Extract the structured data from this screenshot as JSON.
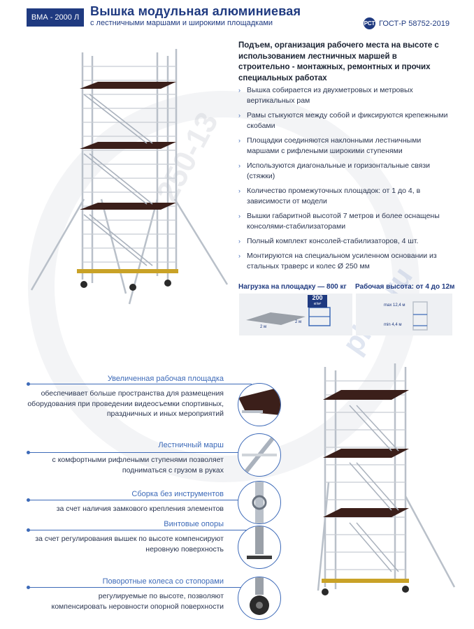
{
  "header": {
    "badge": "ВМА - 2000 Л",
    "title": "Вышка модульная алюминиевая",
    "subtitle": "с лестничными маршами и широкими площадками",
    "gost": "ГОСТ-Р 58752-2019",
    "gost_logo": "РСТ"
  },
  "intro": "Подъем, организация рабочего места на высоте с использованием лестничных маршей в строительно - монтажных, ремонтных и прочих специальных работах",
  "features": [
    "Вышка собирается из двухметровых и метровых вертикальных рам",
    "Рамы стыкуются между собой и фиксируются крепежными скобами",
    "Площадки соединяются наклонными лестничными маршами с рифлеными широкими ступенями",
    "Используются диагональные и горизонтальные связи (стяжки)",
    "Количество промежуточных площадок: от 1 до 4, в зависимости от модели",
    "Вышки габаритной высотой 7 метров и более оснащены консолями-стабилизаторами",
    "Полный комплект консолей-стабилизаторов, 4 шт.",
    "Монтируются на специальном усиленном основании из стальных траверс и колес Ø 250 мм"
  ],
  "bullet_glyph": "›",
  "specs": {
    "load_label": "Нагрузка на площадку — 800 кг",
    "height_label": "Рабочая высота: от 4 до 12м",
    "load_badge_value": "200",
    "load_badge_unit": "кг/м²",
    "dim_a": "2 м",
    "dim_b": "2 м",
    "max_label": "max 12,4 м",
    "min_label": "min 4,4 м"
  },
  "callouts": [
    {
      "title": "Увеличенная рабочая площадка",
      "desc": "обеспечивает больше пространства для размещения оборудования при проведении видеосъемки спортивных, праздничных и иных мероприятий"
    },
    {
      "title": "Лестничный марш",
      "desc": "с комфортными рифлеными ступенями позволяет подниматься с грузом в руках"
    },
    {
      "title": "Сборка без инструментов",
      "desc": "за счет наличия замкового крепления элементов"
    },
    {
      "title": "Винтовые опоры",
      "desc": "за счет регулирования вышек по высоте компенсируют неровную поверхность"
    },
    {
      "title": "Поворотные колеса со стопорами",
      "desc": "регулируемые по высоте, позволяют компенсировать неровности опорной поверхности"
    }
  ],
  "watermark": {
    "phone": "250-13",
    "brand": "pk-s.ru"
  },
  "colors": {
    "brand": "#1f3a80",
    "accent": "#3d6ab8",
    "deck": "#3b1f1a",
    "frame": "#b9c0c9",
    "base": "#c9a227"
  }
}
